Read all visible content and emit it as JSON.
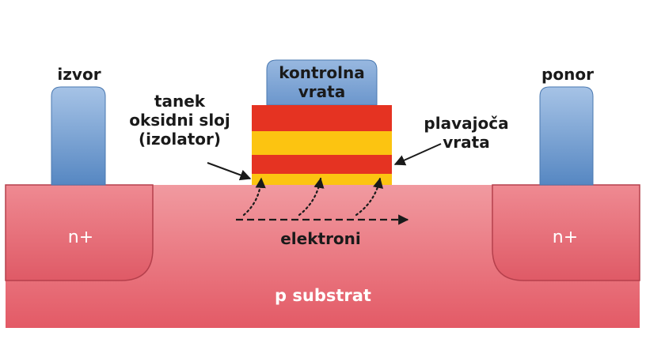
{
  "labels": {
    "source": "izvor",
    "drain": "ponor",
    "control_gate_line1": "kontrolna",
    "control_gate_line2": "vrata",
    "oxide_line1": "tanek",
    "oxide_line2": "oksidni sloj",
    "oxide_line3": "(izolator)",
    "floating_gate_line1": "plavajoča",
    "floating_gate_line2": "vrata",
    "electrons": "elektroni",
    "n_plus_left": "n+",
    "n_plus_right": "n+",
    "substrate": "p substrat"
  },
  "colors": {
    "substrate": "#e8707a",
    "n_region": "#e46b76",
    "contact_blue": "#6a97c8",
    "control_gate_blue": "#7ea6d4",
    "layer_red": "#e53322",
    "layer_yellow": "#fcc411",
    "text_dark": "#1a1a1a",
    "text_white": "#ffffff"
  }
}
